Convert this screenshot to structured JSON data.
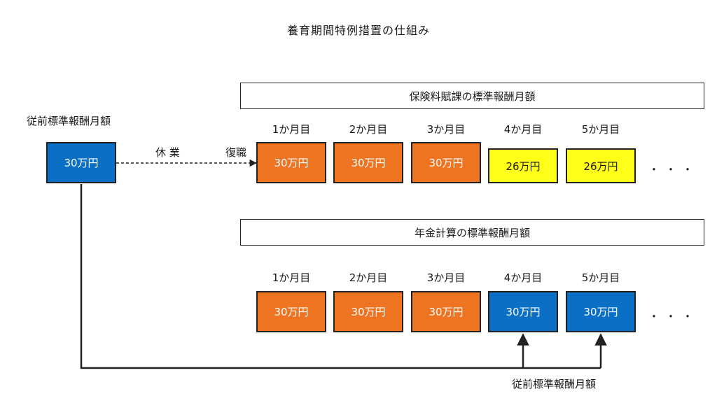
{
  "title": "養育期間特例措置の仕組み",
  "previous_label": "従前標準報酬月額",
  "previous_box": "30万円",
  "leave_label": "休 業",
  "return_label": "復職",
  "insurance": {
    "banner": "保険料賦課の標準報酬月額",
    "months": [
      "1か月目",
      "2か月目",
      "3か月目",
      "4か月目",
      "5か月目"
    ],
    "values": [
      "30万円",
      "30万円",
      "30万円",
      "26万円",
      "26万円"
    ],
    "colors": [
      "orange",
      "orange",
      "orange",
      "yellow",
      "yellow"
    ],
    "dots": "・・・"
  },
  "pension": {
    "banner": "年金計算の標準報酬月額",
    "months": [
      "1か月目",
      "2か月目",
      "3か月目",
      "4か月目",
      "5か月目"
    ],
    "values": [
      "30万円",
      "30万円",
      "30万円",
      "30万円",
      "30万円"
    ],
    "colors": [
      "orange",
      "orange",
      "orange",
      "blue",
      "blue"
    ],
    "dots": "・・・"
  },
  "bottom_label": "従前標準報酬月額",
  "palette": {
    "orange": "#ee7422",
    "blue": "#0b6fc6",
    "yellow": "#ffff1a"
  }
}
